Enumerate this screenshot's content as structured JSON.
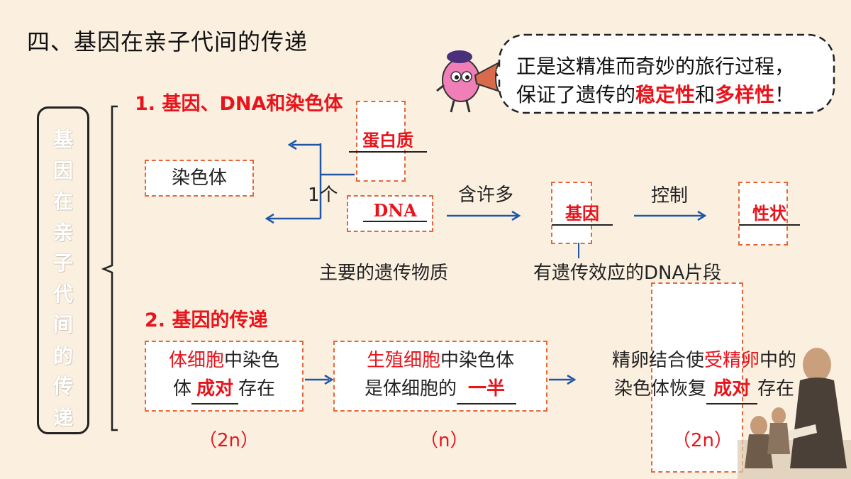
{
  "title": "四、基因在亲子代间的传递",
  "side_label": [
    "基",
    "因",
    "在",
    "亲",
    "子",
    "代",
    "间",
    "的",
    "传",
    "递"
  ],
  "bubble": {
    "pre": "正是这精准而奇妙的旅行过程，",
    "line2_a": "保证了遗传的",
    "em1": "稳定性",
    "line2_b": "和",
    "em2": "多样性",
    "line2_c": "！"
  },
  "section1": {
    "heading": "1. 基因、DNA和染色体",
    "chromosome": "染色体",
    "protein": "蛋白质",
    "one": "1个",
    "dna": "DNA",
    "contains_many": "含许多",
    "gene": "基因",
    "control": "控制",
    "trait": "性状",
    "dna_note": "主要的遗传物质",
    "gene_note": "有遗传效应的DNA片段"
  },
  "section2": {
    "heading": "2. 基因的传递",
    "box1": {
      "em": "体细胞",
      "a": "中染色",
      "b": "体",
      "fill": "成对",
      "c": "存在"
    },
    "box2": {
      "em": "生殖细胞",
      "a": "中染色体",
      "b": "是体细胞的",
      "fill": "一半"
    },
    "box3": {
      "a": "精卵结合使",
      "em": "受精卵",
      "b": "中的",
      "c": "染色体恢复",
      "fill": "成对",
      "d": "存在"
    },
    "p1": "（2n）",
    "p2": "（n）",
    "p3": "（2n）"
  },
  "colors": {
    "accent": "#e8141c",
    "dash": "#e6683a",
    "arrow": "#1f57a6",
    "background": "#fbf0e0"
  }
}
